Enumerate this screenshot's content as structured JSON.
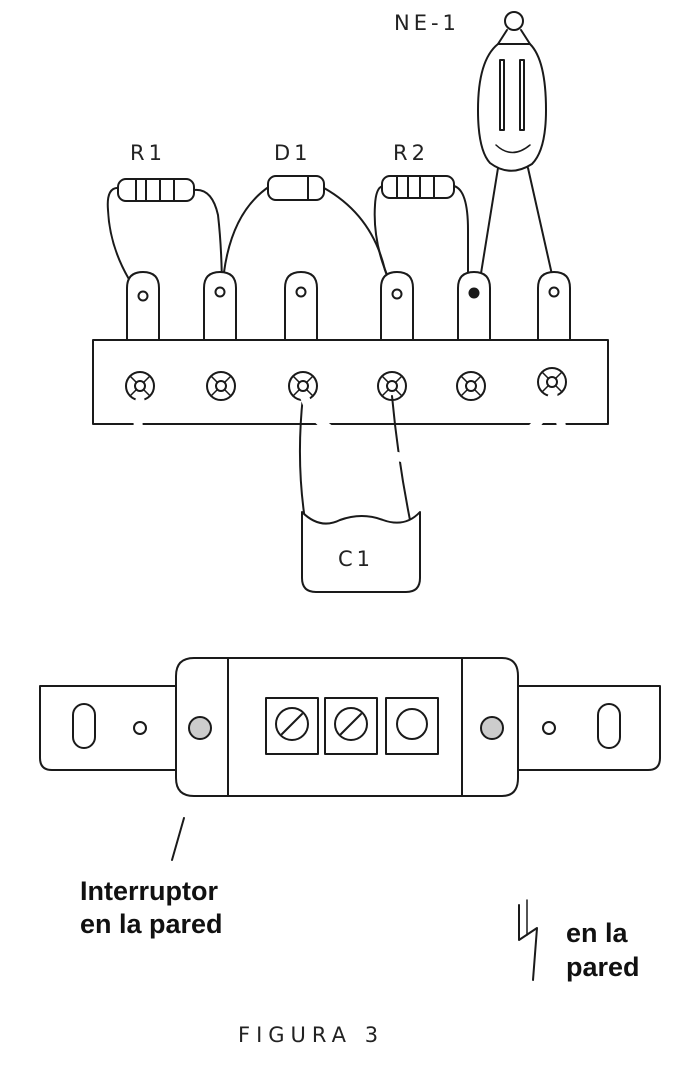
{
  "labels": {
    "ne1": "NE-1",
    "r1": "R1",
    "d1": "D1",
    "r2": "R2",
    "c1": "C1",
    "switch_line1": "Interruptor",
    "switch_line2": "en la pared",
    "wall_line1": "en la",
    "wall_line2": "pared",
    "figure": "FIGURA 3"
  }
}
